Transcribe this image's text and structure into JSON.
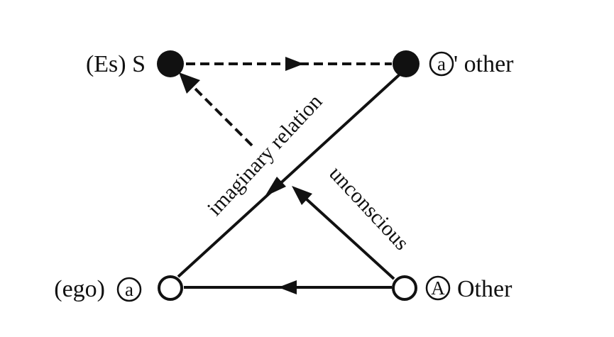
{
  "nodes": {
    "S": {
      "prefix": "(Es) S"
    },
    "a_prime": {
      "letter": "a",
      "suffix": "' other"
    },
    "a": {
      "prefix": "(ego)",
      "letter": "a"
    },
    "A": {
      "letter": "A",
      "suffix": "Other"
    }
  },
  "edges": {
    "imaginary": {
      "label": "imaginary relation"
    },
    "unconscious": {
      "label": "unconscious"
    }
  },
  "colors": {
    "ink": "#111111",
    "background": "#ffffff"
  }
}
